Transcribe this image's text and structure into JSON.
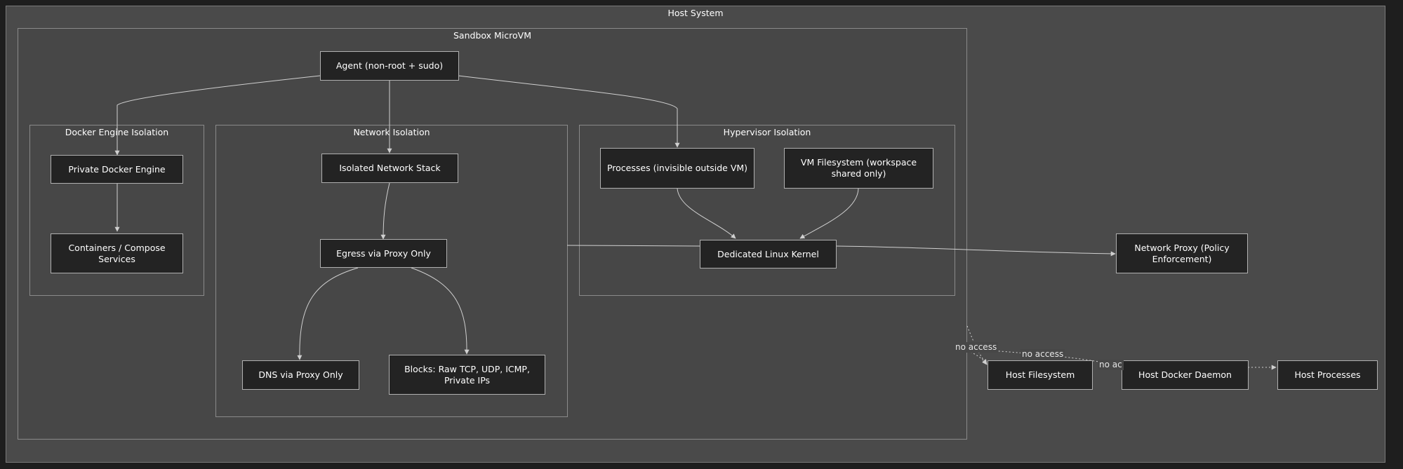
{
  "colors": {
    "page_background": "#1e1e1e",
    "host_fill": "#4a4a4a",
    "region_fill": "#474747",
    "node_fill": "#232323",
    "border": "#8a8a8a",
    "edge": "#d0d0d0",
    "text": "#ffffff"
  },
  "regions": {
    "host": "Host System",
    "sandbox": "Sandbox MicroVM",
    "docker": "Docker Engine Isolation",
    "network": "Network Isolation",
    "hypervisor": "Hypervisor Isolation"
  },
  "nodes": {
    "agent": "Agent (non-root + sudo)",
    "private_docker": "Private Docker Engine",
    "containers": "Containers / Compose Services",
    "isolated_net": "Isolated Network Stack",
    "egress": "Egress via Proxy Only",
    "dns": "DNS via Proxy Only",
    "blocks": "Blocks: Raw TCP, UDP, ICMP, Private IPs",
    "processes": "Processes (invisible outside VM)",
    "vm_fs": "VM Filesystem (workspace shared only)",
    "kernel": "Dedicated Linux Kernel",
    "proxy": "Network Proxy (Policy Enforcement)",
    "host_fs": "Host Filesystem",
    "host_docker": "Host Docker Daemon",
    "host_proc": "Host Processes"
  },
  "edge_labels": {
    "no_access_1": "no access",
    "no_access_2": "no access",
    "no_access_3": "no ac"
  }
}
